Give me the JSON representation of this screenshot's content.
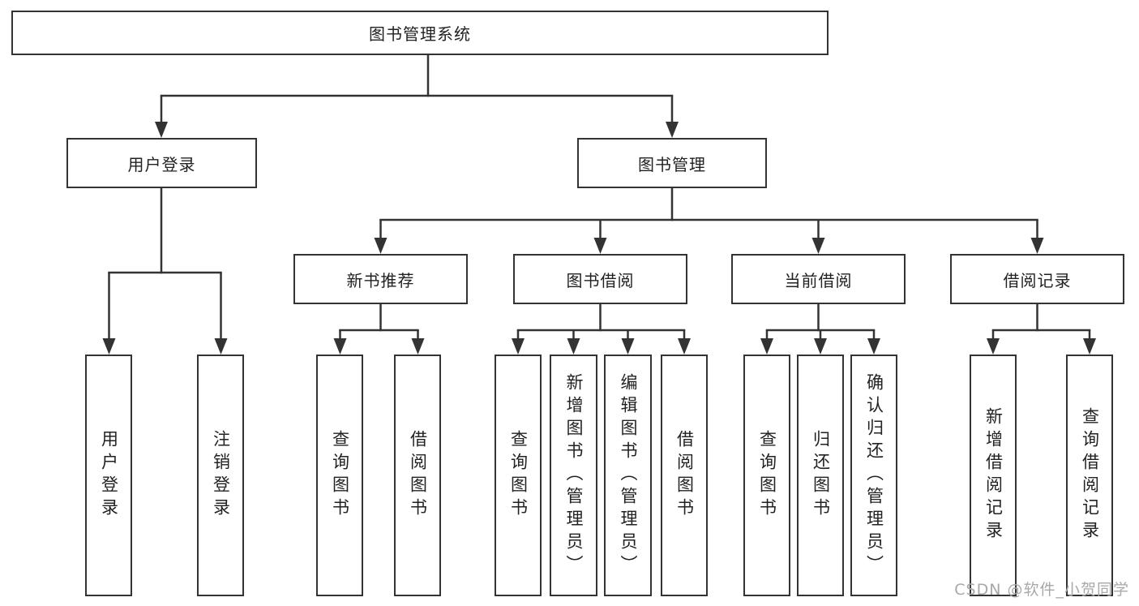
{
  "colors": {
    "line": "#333333",
    "box_border": "#333333",
    "box_background": "#ffffff",
    "text": "#222222",
    "watermark": "#a8a8a8",
    "page_background": "#ffffff"
  },
  "watermark": "CSDN @软件_小贺同学",
  "tree": {
    "label": "图书管理系统",
    "children": [
      {
        "label": "用户登录",
        "children": [
          {
            "label": "用户登录"
          },
          {
            "label": "注销登录"
          }
        ]
      },
      {
        "label": "图书管理",
        "children": [
          {
            "label": "新书推荐",
            "children": [
              {
                "label": "查询图书"
              },
              {
                "label": "借阅图书"
              }
            ]
          },
          {
            "label": "图书借阅",
            "children": [
              {
                "label": "查询图书"
              },
              {
                "label": "新增图书（管理员）"
              },
              {
                "label": "编辑图书（管理员）"
              },
              {
                "label": "借阅图书"
              }
            ]
          },
          {
            "label": "当前借阅",
            "children": [
              {
                "label": "查询图书"
              },
              {
                "label": "归还图书"
              },
              {
                "label": "确认归还（管理员）"
              }
            ]
          },
          {
            "label": "借阅记录",
            "children": [
              {
                "label": "新增借阅记录"
              },
              {
                "label": "查询借阅记录"
              }
            ]
          }
        ]
      }
    ]
  }
}
